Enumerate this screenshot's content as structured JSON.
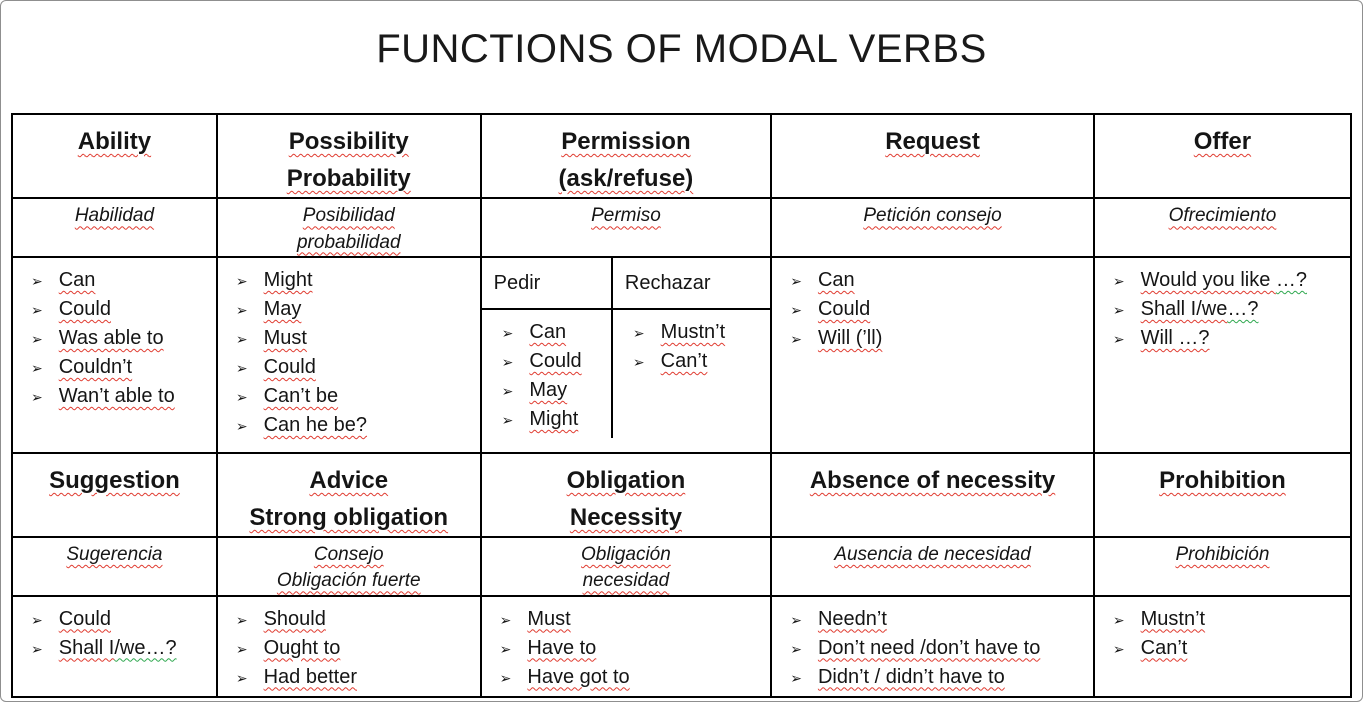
{
  "title": "FUNCTIONS OF MODAL VERBS",
  "bullet_icon": "➢",
  "colors": {
    "squiggle_red": "#e03c31",
    "squiggle_green": "#2fa84f",
    "border": "#000000",
    "text": "#151515"
  },
  "sections": [
    {
      "columns": [
        {
          "header": "Ability",
          "translation": "Habilidad",
          "items": [
            {
              "text": "Can",
              "u": "red"
            },
            {
              "text": "Could",
              "u": "red"
            },
            {
              "text": "Was able to",
              "u": "red"
            },
            {
              "text": "Couldn’t",
              "u": "red"
            },
            {
              "text": "Wan’t able to",
              "u": "red"
            }
          ]
        },
        {
          "header": "Possibility\nProbability",
          "translation": "Posibilidad\nprobabilidad",
          "items": [
            {
              "text": "Might",
              "u": "red"
            },
            {
              "text": "May",
              "u": "red"
            },
            {
              "text": "Must",
              "u": "red"
            },
            {
              "text": "Could",
              "u": "red"
            },
            {
              "text": "Can’t be",
              "u": "red"
            },
            {
              "text": "Can he be?",
              "u": "red"
            }
          ]
        },
        {
          "header": "Permission\n(ask/refuse)",
          "translation": "Permiso",
          "sub": [
            {
              "header": "Pedir",
              "items": [
                {
                  "text": "Can",
                  "u": "red"
                },
                {
                  "text": "Could",
                  "u": "red"
                },
                {
                  "text": "May",
                  "u": "red"
                },
                {
                  "text": "Might",
                  "u": "red"
                }
              ]
            },
            {
              "header": "Rechazar",
              "items": [
                {
                  "text": "Mustn’t",
                  "u": "red"
                },
                {
                  "text": "Can’t",
                  "u": "red"
                }
              ]
            }
          ]
        },
        {
          "header": "Request",
          "translation": "Petición consejo",
          "items": [
            {
              "text": "Can",
              "u": "red"
            },
            {
              "text": "Could",
              "u": "red"
            },
            {
              "text": "Will (’ll)",
              "u": "red"
            }
          ]
        },
        {
          "header": "Offer",
          "translation": "Ofrecimiento",
          "items": [
            {
              "parts": [
                {
                  "text": "Would you like ",
                  "u": "red"
                },
                {
                  "text": "…?",
                  "u": "green"
                }
              ]
            },
            {
              "parts": [
                {
                  "text": "Shall I/we",
                  "u": "red"
                },
                {
                  "text": "…?",
                  "u": "green"
                }
              ]
            },
            {
              "text": "Will …?",
              "u": "red"
            }
          ]
        }
      ]
    },
    {
      "columns": [
        {
          "header": "Suggestion",
          "translation": "Sugerencia",
          "items": [
            {
              "text": "Could",
              "u": "red"
            },
            {
              "parts": [
                {
                  "text": "Shall I",
                  "u": "red"
                },
                {
                  "text": "/we…?",
                  "u": "green"
                }
              ]
            }
          ]
        },
        {
          "header": "Advice\nStrong obligation",
          "translation": "Consejo\nObligación fuerte",
          "items": [
            {
              "text": "Should",
              "u": "red"
            },
            {
              "text": "Ought to",
              "u": "red"
            },
            {
              "text": "Had better",
              "u": "red"
            }
          ]
        },
        {
          "header": "Obligation\nNecessity",
          "translation": "Obligación\nnecesidad",
          "items": [
            {
              "text": "Must",
              "u": "red"
            },
            {
              "text": "Have to",
              "u": "red"
            },
            {
              "text": "Have got to",
              "u": "red"
            }
          ]
        },
        {
          "header": "Absence of necessity",
          "translation": "Ausencia de necesidad",
          "items": [
            {
              "text": "Needn’t",
              "u": "red"
            },
            {
              "text": "Don’t need /don’t have to",
              "u": "red"
            },
            {
              "text": "Didn’t / didn’t have to",
              "u": "red"
            }
          ]
        },
        {
          "header": "Prohibition",
          "translation": "Prohibición",
          "items": [
            {
              "text": "Mustn’t",
              "u": "red"
            },
            {
              "text": "Can’t",
              "u": "red"
            }
          ]
        }
      ]
    }
  ]
}
